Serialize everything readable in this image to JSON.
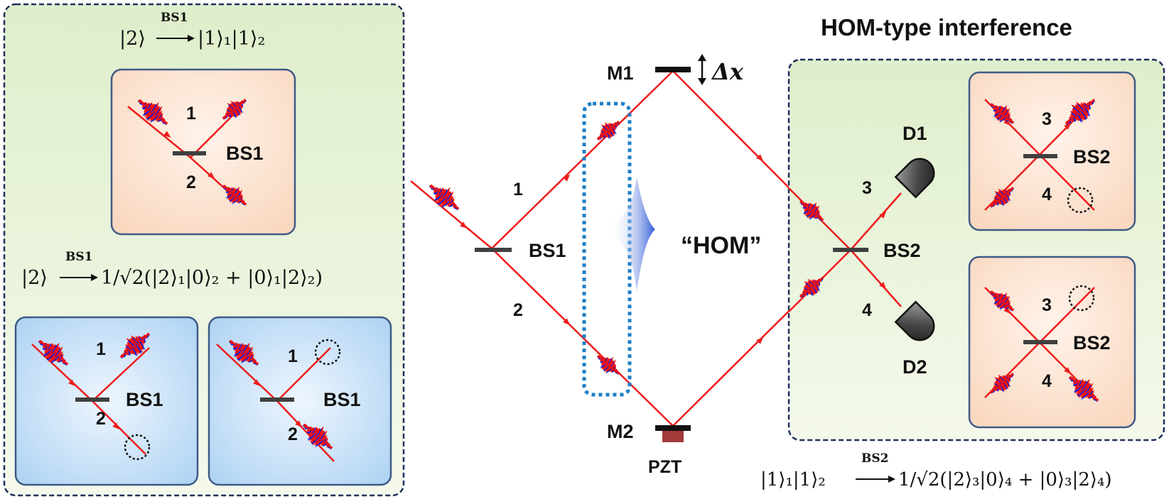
{
  "colors": {
    "beam": "#ee1c1c",
    "panel_green": "#eaf4dc",
    "panel_orange": "#fbe6d6",
    "panel_blue": "#cfe6fa",
    "border_dark": "#1f2f5c",
    "dotted_blue": "#1e7ec6",
    "pzt": "#a23a3a",
    "wave_red": "#ee1111",
    "wave_blue": "#1122dd"
  },
  "labels": {
    "title": "HOM-type interference",
    "hom_arrow": "“HOM”",
    "bs1": "BS1",
    "bs2": "BS2",
    "m1": "M1",
    "m2": "M2",
    "dx": "Δx",
    "pzt": "PZT",
    "d1": "D1",
    "d2": "D2",
    "p1": "1",
    "p2": "2",
    "p3": "3",
    "p4": "4"
  },
  "equations": {
    "eq_top_left": {
      "lhs": "|2⟩",
      "over": "BS1",
      "rhs": "|1⟩₁|1⟩₂"
    },
    "eq_mid_left": {
      "lhs": "|2⟩",
      "over": "BS1",
      "rhs": "1/√2(|2⟩₁|0⟩₂ + |0⟩₁|2⟩₂)"
    },
    "eq_bottom_right": {
      "lhs": "|1⟩₁|1⟩₂",
      "over": "BS2",
      "rhs": "1/√2(|2⟩₃|0⟩₄ + |0⟩₃|2⟩₄)"
    }
  }
}
